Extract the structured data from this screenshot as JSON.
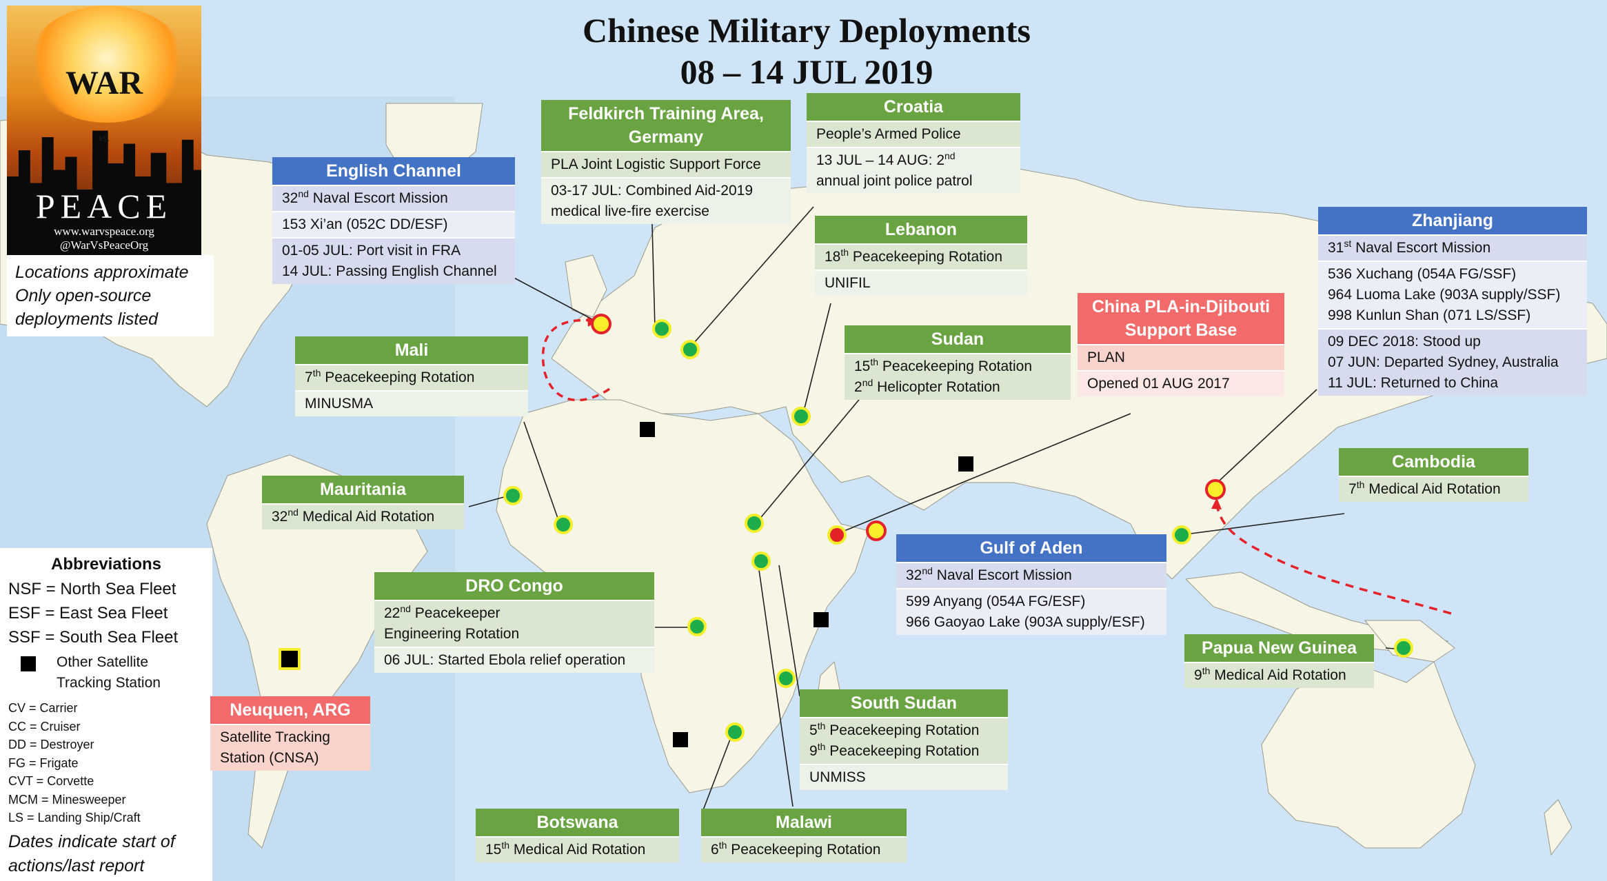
{
  "header": {
    "title_line1": "Chinese Military Deployments",
    "title_line2": "08 – 14 JUL 2019"
  },
  "logo": {
    "war": "WAR",
    "vs": "vs.",
    "peace": "PEACE",
    "website": "www.warvspeace.org",
    "handle": "@WarVsPeaceOrg"
  },
  "note": {
    "line1": "Locations approximate",
    "line2": "Only open-source",
    "line3": "deployments listed"
  },
  "abbreviations": {
    "heading": "Abbreviations",
    "nsf": "NSF = North Sea Fleet",
    "esf": "ESF = East Sea Fleet",
    "ssf": "SSF = South Sea Fleet",
    "satellite_line1": "Other Satellite",
    "satellite_line2": "Tracking Station",
    "cv": "CV = Carrier",
    "cc": "CC = Cruiser",
    "dd": "DD = Destroyer",
    "fg": "FG = Frigate",
    "cvt": "CVT = Corvette",
    "mcm": "MCM = Minesweeper",
    "ls": "LS = Landing Ship/Craft",
    "dates_line1": "Dates indicate start of",
    "dates_line2": "actions/last report"
  },
  "cards": {
    "english_channel": {
      "title": "English Channel",
      "r1_num": "32",
      "r1_sup": "nd",
      "r1_rest": " Naval Escort Mission",
      "r2": "153 Xi’an (052C DD/ESF)",
      "r3a": "01-05 JUL: Port visit in FRA",
      "r3b": "14 JUL: Passing English Channel"
    },
    "feldkirch": {
      "title_line1": "Feldkirch Training Area,",
      "title_line2": "Germany",
      "r1": "PLA Joint Logistic Support Force",
      "r2a": "03-17 JUL: Combined Aid-2019",
      "r2b": "medical live-fire exercise"
    },
    "croatia": {
      "title": "Croatia",
      "r1": "People’s Armed Police",
      "r2a_pre": "13 JUL – 14 AUG: 2",
      "r2a_sup": "nd",
      "r2b": "annual joint police patrol"
    },
    "lebanon": {
      "title": "Lebanon",
      "r1_num": "18",
      "r1_sup": "th",
      "r1_rest": " Peacekeeping Rotation",
      "r2": "UNIFIL"
    },
    "djibouti": {
      "title_line1": "China PLA-in-Djibouti",
      "title_line2": "Support Base",
      "r1": "PLAN",
      "r2": "Opened 01 AUG 2017"
    },
    "zhanjiang": {
      "title": "Zhanjiang",
      "r1_num": "31",
      "r1_sup": "st",
      "r1_rest": " Naval Escort Mission",
      "r2a": "536 Xuchang (054A FG/SSF)",
      "r2b": "964 Luoma Lake (903A supply/SSF)",
      "r2c": "998 Kunlun Shan (071 LS/SSF)",
      "r3a": "09 DEC 2018: Stood up",
      "r3b": "07 JUN: Departed Sydney, Australia",
      "r3c": "11 JUL: Returned to China"
    },
    "mali": {
      "title": "Mali",
      "r1_num": "7",
      "r1_sup": "th",
      "r1_rest": " Peacekeeping Rotation",
      "r2": "MINUSMA"
    },
    "sudan": {
      "title": "Sudan",
      "r1_num": "15",
      "r1_sup": "th",
      "r1_rest": " Peacekeeping Rotation",
      "r2_num": "2",
      "r2_sup": "nd",
      "r2_rest": " Helicopter Rotation"
    },
    "cambodia": {
      "title": "Cambodia",
      "r1_num": "7",
      "r1_sup": "th",
      "r1_rest": " Medical Aid Rotation"
    },
    "mauritania": {
      "title": "Mauritania",
      "r1_num": "32",
      "r1_sup": "nd",
      "r1_rest": " Medical Aid Rotation"
    },
    "gulf_of_aden": {
      "title": "Gulf of Aden",
      "r1_num": "32",
      "r1_sup": "nd",
      "r1_rest": " Naval Escort Mission",
      "r2a": "599 Anyang (054A FG/ESF)",
      "r2b": "966 Gaoyao Lake (903A supply/ESF)"
    },
    "drc": {
      "title": "DRO Congo",
      "r1a_num": "22",
      "r1a_sup": "nd",
      "r1a_rest": " Peacekeeper",
      "r1b": "Engineering Rotation",
      "r2": "06 JUL: Started Ebola relief operation"
    },
    "png": {
      "title": "Papua New Guinea",
      "r1_num": "9",
      "r1_sup": "th",
      "r1_rest": " Medical Aid Rotation"
    },
    "neuquen": {
      "title": "Neuquen, ARG",
      "r1a": "Satellite Tracking",
      "r1b": "Station (CNSA)"
    },
    "south_sudan": {
      "title": "South Sudan",
      "r1a_num": "5",
      "r1a_sup": "th",
      "r1a_rest": " Peacekeeping Rotation",
      "r1b_num": "9",
      "r1b_sup": "th",
      "r1b_rest": " Peacekeeping Rotation",
      "r2": "UNMISS"
    },
    "botswana": {
      "title": "Botswana",
      "r1_num": "15",
      "r1_sup": "th",
      "r1_rest": " Medical Aid Rotation"
    },
    "malawi": {
      "title": "Malawi",
      "r1_num": "6",
      "r1_sup": "th",
      "r1_rest": " Peacekeeping Rotation"
    }
  },
  "colors": {
    "ocean": "#cfe5f7",
    "land": "#f7f5e6",
    "deployment_marker": "#1fad4b",
    "ship_marker": "#f8ef2a",
    "route_line": "#e4222a",
    "header_green": "#6aa342",
    "header_blue": "#4472c4",
    "header_red": "#f26a6a"
  }
}
